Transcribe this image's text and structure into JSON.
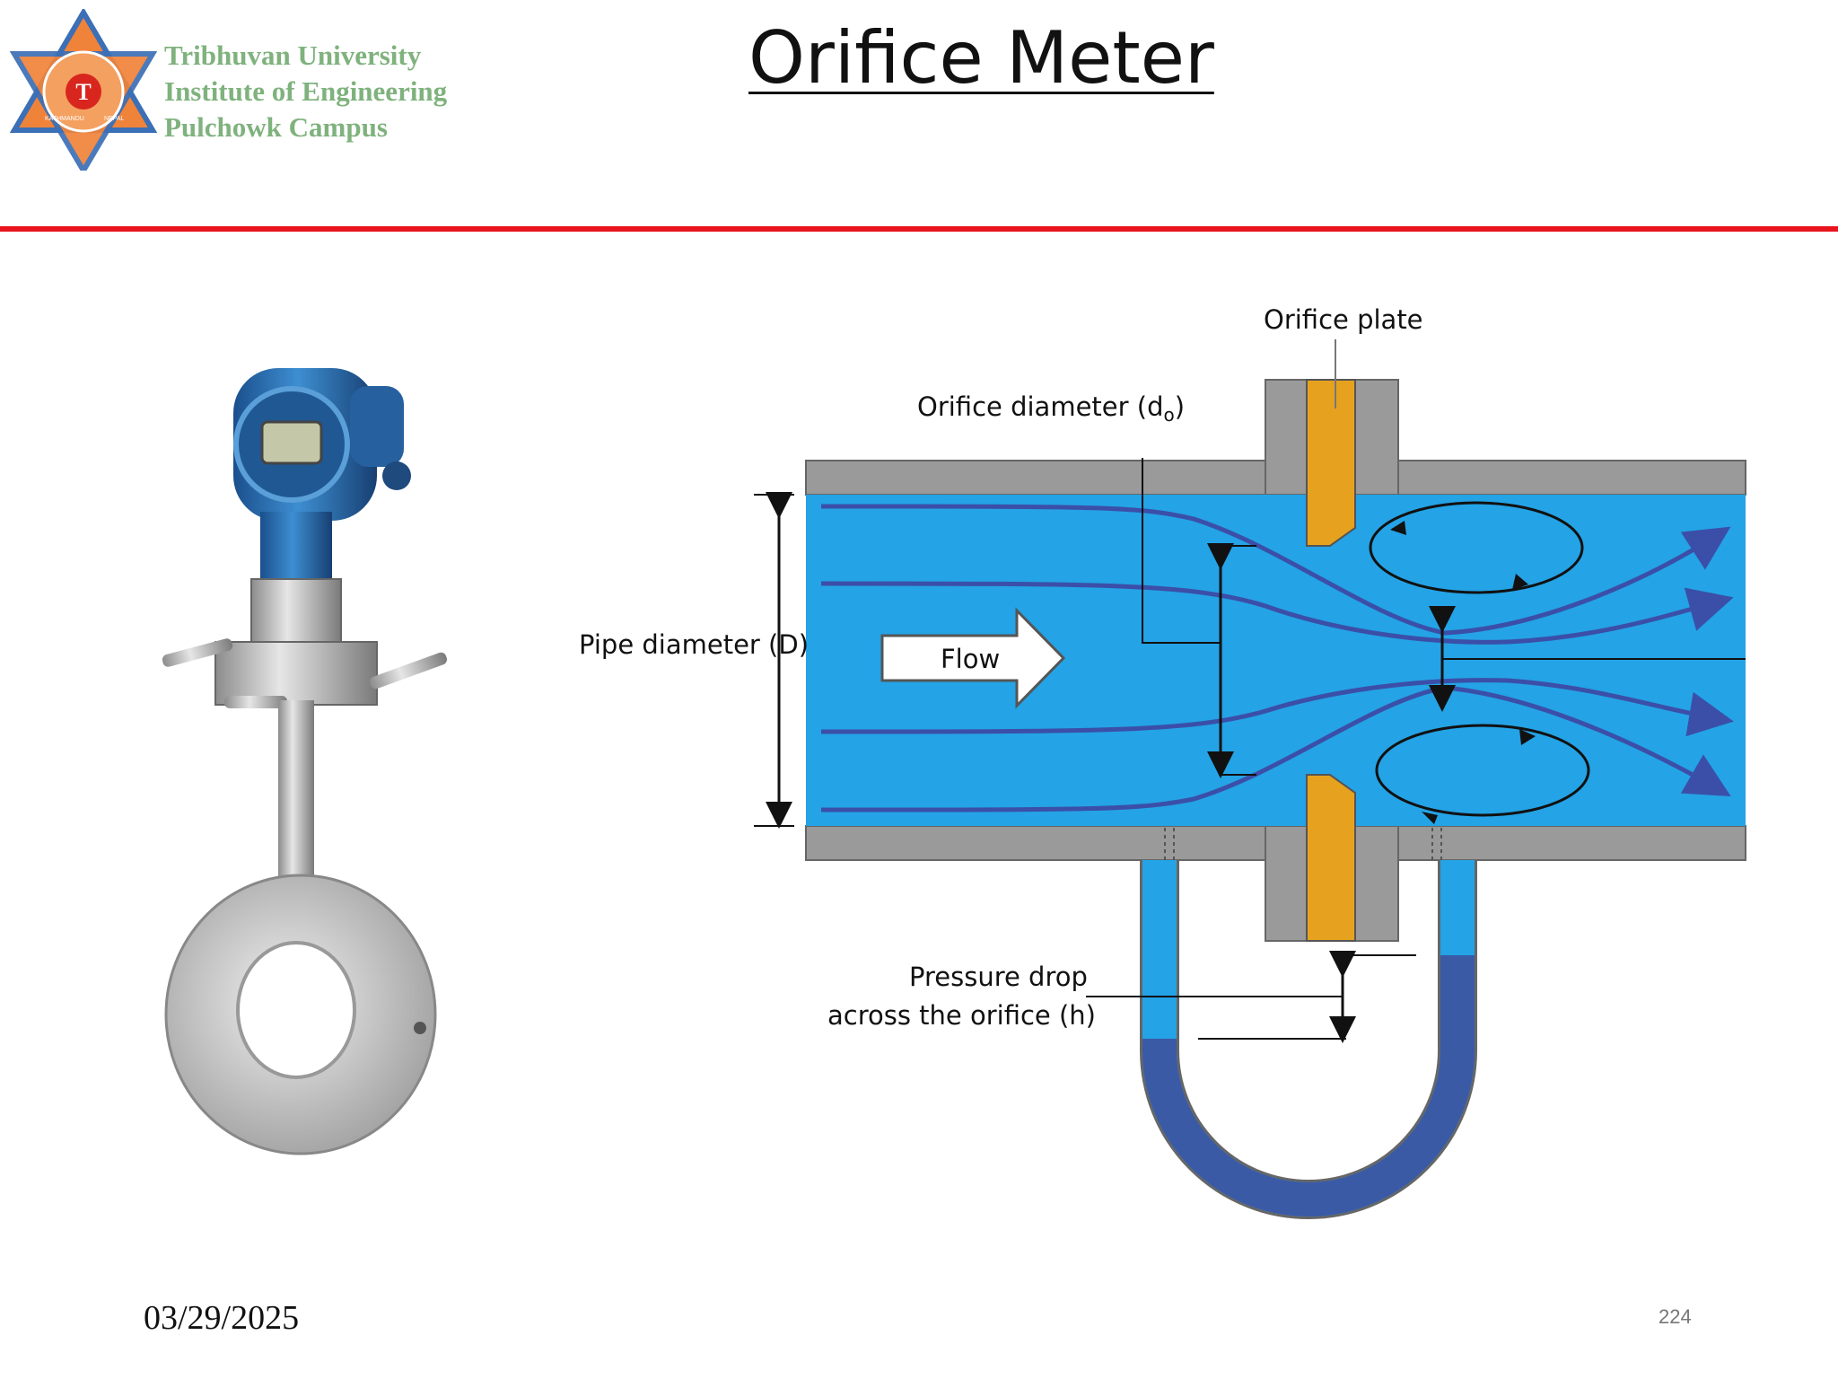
{
  "header": {
    "logo_lines": [
      "Tribhuvan University",
      "Institute of  Engineering",
      "Pulchowk Campus"
    ],
    "seal_words": [
      "KATHMANDU",
      "NEPAL"
    ],
    "title": "Orifice Meter"
  },
  "diagram": {
    "label_orifice_plate": "Orifice plate",
    "label_orifice_diameter": "Orifice diameter (d",
    "label_orifice_diameter_sub": "o",
    "label_orifice_diameter_end": ")",
    "label_pipe_diameter": "Pipe diameter (D)",
    "label_flow": "Flow",
    "label_pressure_drop_1": "Pressure drop",
    "label_pressure_drop_2": "across the orifice (h)"
  },
  "colors": {
    "accent_rule": "#e8141e",
    "pipe_water": "#24a3e6",
    "pipe_wall": "#9a9a9a",
    "orifice_plate": "#e6a21e",
    "manometer_fluid": "#3b5aa6"
  },
  "footer": {
    "date": "03/29/2025",
    "page_number": "224"
  }
}
